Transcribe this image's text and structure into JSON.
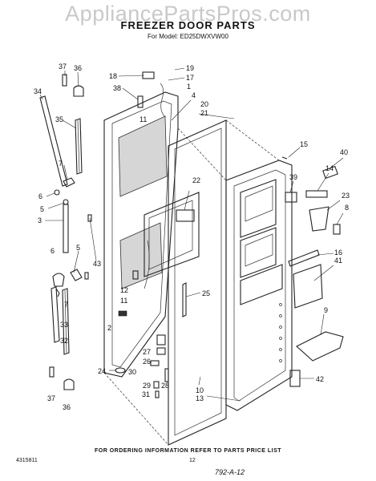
{
  "watermark": "AppliancePartsPros.com",
  "title": "FREEZER DOOR PARTS",
  "model_line": "For Model: ED25DWXVW00",
  "footer_note": "FOR ORDERING INFORMATION REFER TO PARTS PRICE LIST",
  "doc_number": "4315811",
  "page_number": "12",
  "revision_code": "792-A-12",
  "callouts": [
    "37",
    "36",
    "34",
    "35",
    "7",
    "6",
    "5",
    "3",
    "6",
    "5",
    "43",
    "7",
    "33",
    "32",
    "37",
    "36",
    "18",
    "38",
    "19",
    "17",
    "1",
    "4",
    "20",
    "21",
    "11",
    "22",
    "12",
    "11",
    "2",
    "25",
    "27",
    "26",
    "30",
    "24",
    "29",
    "31",
    "28",
    "10",
    "13",
    "15",
    "40",
    "39",
    "14",
    "23",
    "8",
    "16",
    "41",
    "9",
    "42"
  ]
}
